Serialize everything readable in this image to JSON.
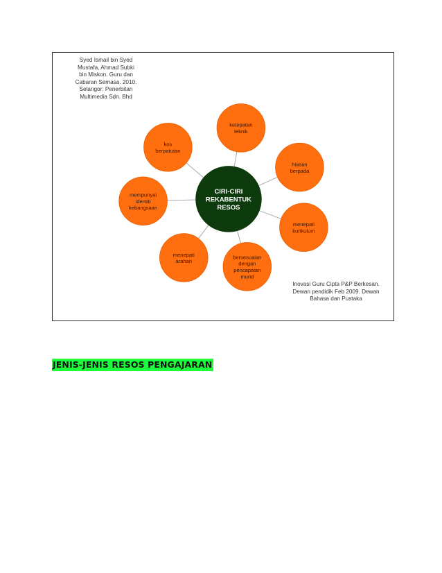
{
  "figure": {
    "center_label": [
      "CIRI-CIRI",
      "REKABENTUK",
      "RESOS"
    ],
    "nodes": [
      {
        "lines": [
          "ketepatan",
          "teknik"
        ]
      },
      {
        "lines": [
          "hiasan",
          "berpada"
        ]
      },
      {
        "lines": [
          "menepati",
          "kurikulum"
        ]
      },
      {
        "lines": [
          "bersesuaian",
          "dengan",
          "pencapaian",
          "murid"
        ]
      },
      {
        "lines": [
          "menepati",
          "arahan"
        ]
      },
      {
        "lines": [
          "mempunyai",
          "identiti",
          "kebangsaan"
        ]
      },
      {
        "lines": [
          "kos",
          "berpatutan"
        ]
      }
    ],
    "citation_top": "Syed Ismail bin Syed\nMustafa, Ahmad Subki\nbin Miskon. Guru dan\nCabaran Semasa. 2010.\nSelangor: Penerbitan\nMultimedia Sdn. Bhd",
    "citation_bottom": "Inovasi Guru Cipta P&P Berkesan.\nDewan pendidik Feb 2009. Dewan\nBahasa dan Pustaka",
    "colors": {
      "node_fill": "#ff6f0f",
      "center_fill": "#0d3a0d",
      "connector": "#a8a8a8",
      "node_text": "#3b1400",
      "center_text": "#ffffff"
    }
  },
  "heading": {
    "text": "JENIS-JENIS RESOS PENGAJARAN",
    "highlight": "#1bff38"
  }
}
